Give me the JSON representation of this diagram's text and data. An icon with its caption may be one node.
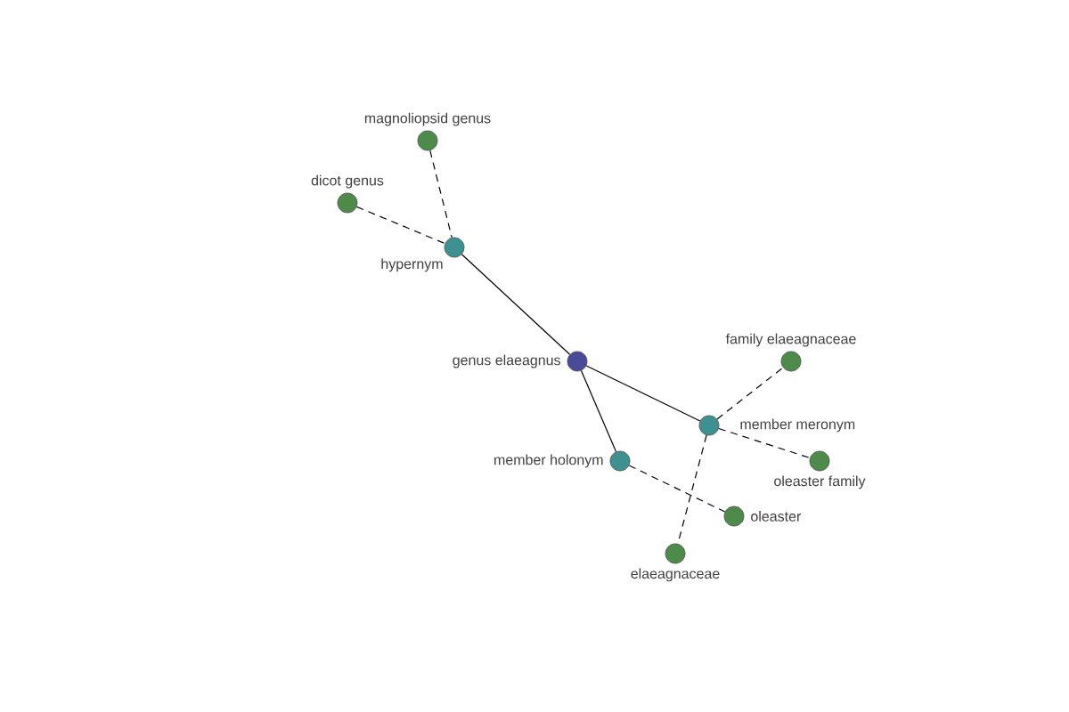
{
  "diagram": {
    "nodes": [
      {
        "text": [
          "magnoliopsid genus"
        ]
      },
      {
        "text": [
          "dicot genus"
        ]
      },
      {
        "text": [
          "hypernym"
        ]
      },
      {
        "text": [
          "genus elaeagnus"
        ]
      },
      {
        "text": [
          "family elaeagnaceae"
        ]
      },
      {
        "text": [
          "member meronym"
        ]
      },
      {
        "text": [
          "oleaster family"
        ]
      },
      {
        "text": [
          "member holonym"
        ]
      },
      {
        "text": [
          "oleaster"
        ]
      },
      {
        "text": [
          "elaeagnaceae"
        ]
      }
    ],
    "edges": [
      {
        "from": 0,
        "to": 2,
        "arrow": "none",
        "style": "dashed"
      },
      {
        "from": 1,
        "to": 2,
        "arrow": "none",
        "style": "dashed"
      },
      {
        "from": 2,
        "to": 3,
        "arrow": "none"
      },
      {
        "from": 3,
        "to": 5,
        "arrow": "none"
      },
      {
        "from": 3,
        "to": 7,
        "arrow": "none"
      },
      {
        "from": 5,
        "to": 4,
        "arrow": "none",
        "style": "dashed"
      },
      {
        "from": 5,
        "to": 6,
        "arrow": "none",
        "style": "dashed"
      },
      {
        "from": 5,
        "to": 9,
        "arrow": "none",
        "style": "dashed"
      },
      {
        "from": 7,
        "to": 8,
        "arrow": "none",
        "style": "dashed"
      }
    ]
  }
}
